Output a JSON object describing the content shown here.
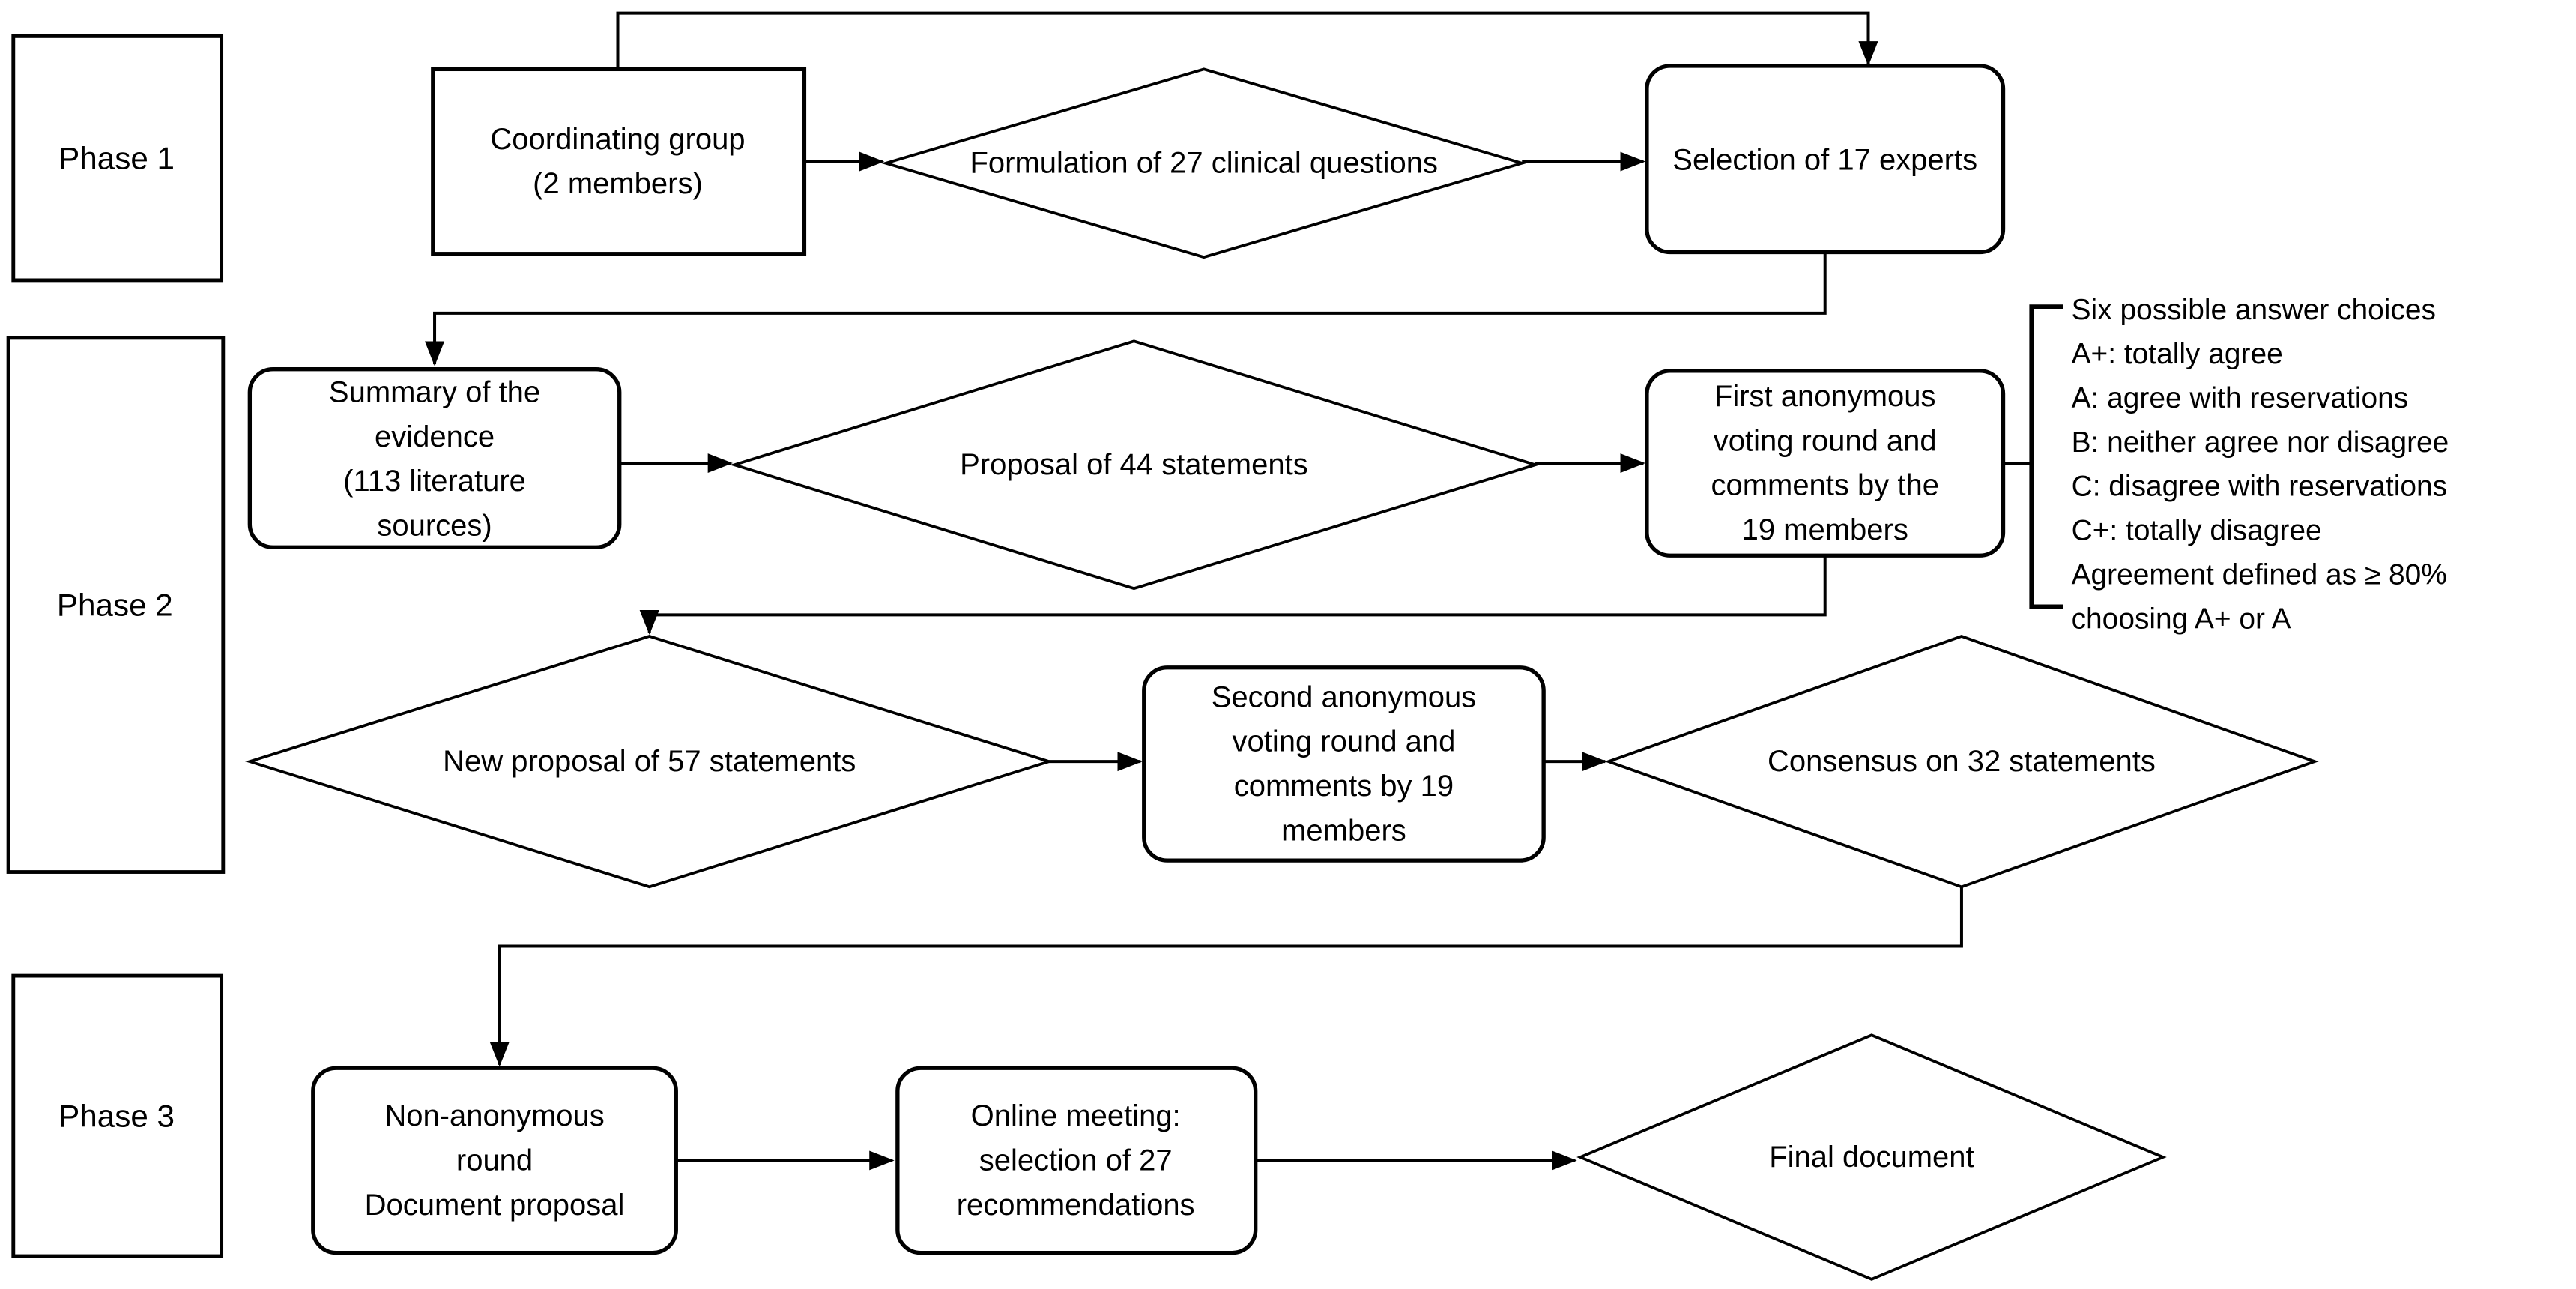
{
  "diagram": {
    "background_color": "#ffffff",
    "line_color": "#000000",
    "phases": [
      {
        "label": "Phase 1"
      },
      {
        "label": "Phase 2"
      },
      {
        "label": "Phase 3"
      }
    ],
    "nodes": {
      "coordinating_group": {
        "shape": "rectangle",
        "lines": [
          "Coordinating group",
          "(2 members)"
        ]
      },
      "formulation_questions": {
        "shape": "diamond",
        "label": "Formulation of 27 clinical questions"
      },
      "selection_experts": {
        "shape": "rounded-rectangle",
        "label": "Selection of 17 experts"
      },
      "summary_evidence": {
        "shape": "rounded-rectangle",
        "lines": [
          "Summary of the",
          "evidence",
          "(113 literature",
          "sources)"
        ]
      },
      "proposal_statements": {
        "shape": "diamond",
        "label": "Proposal of 44 statements"
      },
      "first_voting_round": {
        "shape": "rounded-rectangle",
        "lines": [
          "First anonymous",
          "voting round and",
          "comments by the",
          "19 members"
        ]
      },
      "new_proposal": {
        "shape": "diamond",
        "label": "New proposal of 57 statements"
      },
      "second_voting_round": {
        "shape": "rounded-rectangle",
        "lines": [
          "Second anonymous",
          "voting round and",
          "comments by 19",
          "members"
        ]
      },
      "consensus": {
        "shape": "diamond",
        "label": "Consensus on 32 statements"
      },
      "non_anonymous_round": {
        "shape": "rounded-rectangle",
        "lines": [
          "Non-anonymous",
          "round",
          "Document proposal"
        ]
      },
      "online_meeting": {
        "shape": "rounded-rectangle",
        "lines": [
          "Online meeting:",
          "selection of 27",
          "recommendations"
        ]
      },
      "final_document": {
        "shape": "diamond",
        "label": "Final document"
      }
    },
    "annotation": {
      "lines": [
        "Six possible answer choices",
        "A+: totally agree",
        "A: agree with reservations",
        "B: neither agree nor disagree",
        "C: disagree with reservations",
        "C+: totally disagree",
        "Agreement defined as ≥ 80%",
        "choosing A+ or A"
      ]
    }
  }
}
